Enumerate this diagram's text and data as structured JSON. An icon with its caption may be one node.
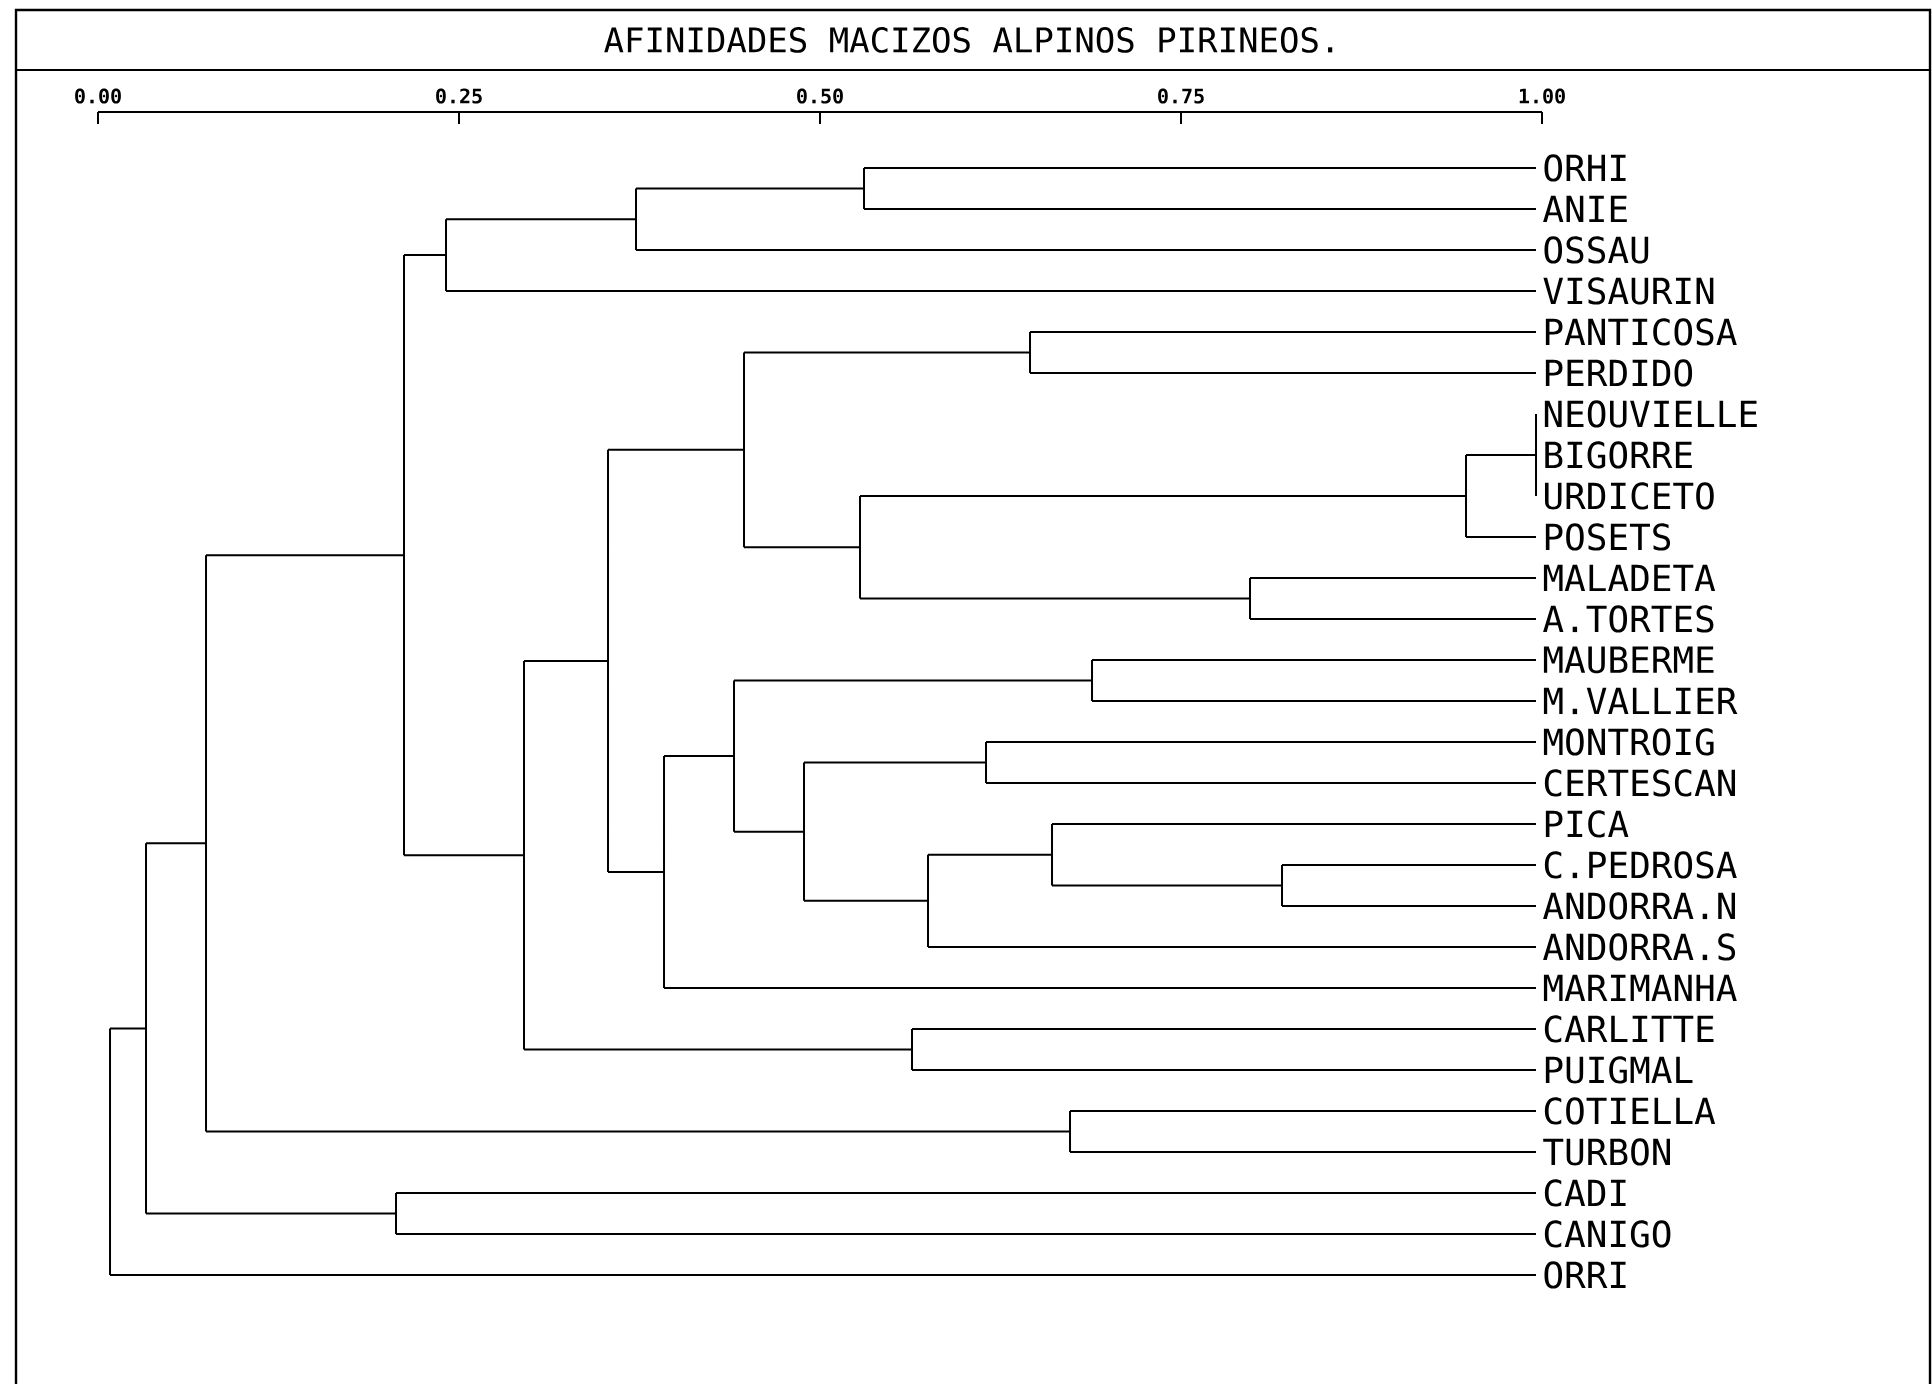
{
  "diagram": {
    "title": "AFINIDADES MACIZOS ALPINOS PIRINEOS.",
    "labels": [
      "0.00",
      "0.25",
      "0.50",
      "0.75",
      "1.00",
      "ORHI",
      "ANIE",
      "OSSAU",
      "VISAURIN",
      "PANTICOSA",
      "PERDIDO",
      "NEOUVIELLE",
      "BIGORRE",
      "URDICETO",
      "POSETS",
      "MALADETA",
      "A.TORTES",
      "MAUBERME",
      "M.VALLIER",
      "MONTROIG",
      "CERTESCAN",
      "PICA",
      "C.PEDROSA",
      "ANDORRA.N",
      "ANDORRA.S",
      "MARIMANHA",
      "CARLITTE",
      "PUIGMAL",
      "COTIELLA",
      "TURBON",
      "CADI",
      "CANIGO",
      "ORRI"
    ]
  }
}
